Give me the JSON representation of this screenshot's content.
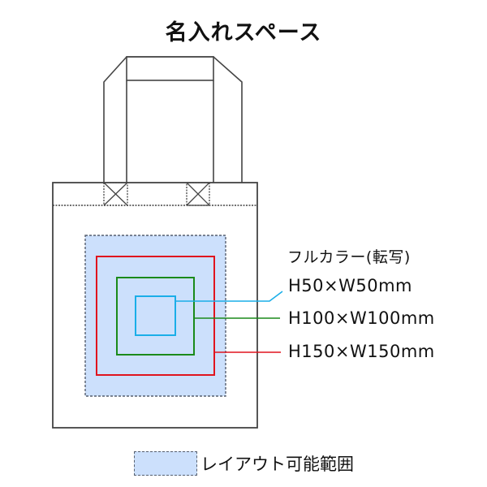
{
  "title": "名入れスペース",
  "print_method_heading": "フルカラー(転写)",
  "sizes": [
    {
      "label": "H50×W50mm",
      "color": "#1aaee8"
    },
    {
      "label": "H100×W100mm",
      "color": "#1a8a1a"
    },
    {
      "label": "H150×W150mm",
      "color": "#e0141e"
    }
  ],
  "legend": {
    "label": "レイアウト可能範囲",
    "fill_color": "#cce0fc",
    "border_color": "#555e6e"
  },
  "colors": {
    "bag_outline": "#444444",
    "layout_area_fill": "#cce0fc"
  }
}
